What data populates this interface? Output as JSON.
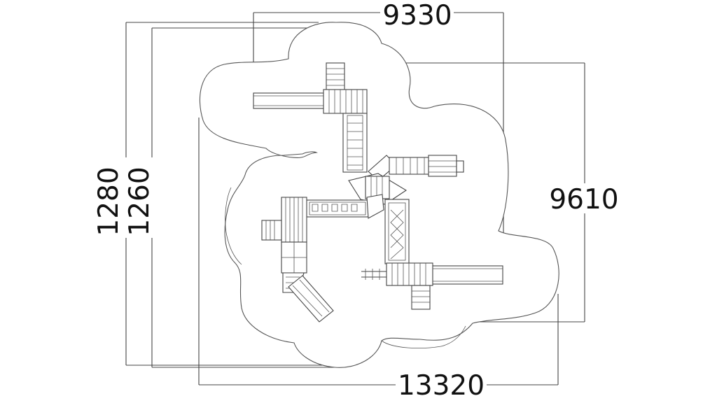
{
  "drawing": {
    "dimensions": {
      "top_width": "9330",
      "right_depth": "9610",
      "bottom_width": "13320",
      "left_outer": "1280",
      "left_inner": "1260"
    }
  }
}
